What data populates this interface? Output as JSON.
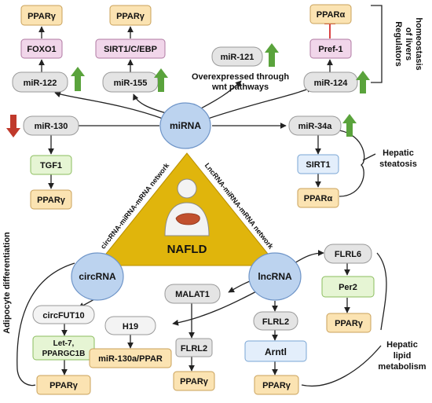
{
  "colors": {
    "ppar_fill": "#fbe3b2",
    "ppar_stroke": "#c9a15a",
    "mirna_fill": "#e4e4e4",
    "mirna_stroke": "#9a9a9a",
    "pink_fill": "#f1d6ea",
    "pink_stroke": "#b07aa3",
    "green_fill": "#e6f5d4",
    "green_stroke": "#8bbd5e",
    "blue_fill": "#e3eefb",
    "blue_stroke": "#7aa6d4",
    "circle_fill": "#bcd3ef",
    "circle_stroke": "#6f95c8",
    "triangle_fill": "#e0b50c",
    "up_arrow": "#5aa33c",
    "down_arrow": "#c0392b",
    "inhibit": "#d62c2c"
  },
  "hubs": {
    "mirna": "miRNA",
    "circrna": "circRNA",
    "lncrna": "lncRNA",
    "nafld": "NAFLD"
  },
  "network_labels": {
    "circ": "circRNA-miRNA-mRNA network",
    "lnc": "LncRNA-miRNA-mRNA network"
  },
  "nodes": {
    "ppar_g_1": "PPARγ",
    "foxo1": "FOXO1",
    "mir122": "miR-122",
    "ppar_g_2": "PPARγ",
    "sirt1_cebp": "SIRT1/C/EBP",
    "mir155": "miR-155",
    "mir121": "miR-121",
    "ppar_a_1": "PPARα",
    "pref1": "Pref-1",
    "mir124": "miR-124",
    "mir130": "miR-130",
    "tgf1": "TGF1",
    "ppar_g_3": "PPARγ",
    "mir34a": "miR-34a",
    "sirt1": "SIRT1",
    "ppar_a_2": "PPARα",
    "circfut10": "circFUT10",
    "let7_line1": "Let-7,",
    "let7_line2": "PPARGC1B",
    "ppar_g_4": "PPARγ",
    "h19": "H19",
    "mir130a": "miR-130a/PPAR",
    "malat1": "MALAT1",
    "flrl2_a": "FLRL2",
    "ppar_g_5": "PPARγ",
    "flrl2_b": "FLRL2",
    "arntl": "Arntl",
    "ppar_g_6": "PPARγ",
    "flrl6": "FLRL6",
    "per2": "Per2",
    "ppar_g_7": "PPARγ"
  },
  "annotations": {
    "overexpressed_line1": "Overexpressed through",
    "overexpressed_line2": "wnt pathways",
    "regulators_line1": "Regulators",
    "regulators_line2": "of livers",
    "regulators_line3": "homeostasis",
    "hepatic_steatosis_line1": "Hepatic",
    "hepatic_steatosis_line2": "steatosis",
    "hepatic_lipid_line1": "Hepatic",
    "hepatic_lipid_line2": "lipid",
    "hepatic_lipid_line3": "metabolism",
    "adipocyte": "Adipocyte differentiation"
  },
  "expression_indicators": {
    "mir122": "up",
    "mir155": "up",
    "mir121": "up",
    "mir124": "up",
    "mir130": "down",
    "mir34a": "up"
  }
}
